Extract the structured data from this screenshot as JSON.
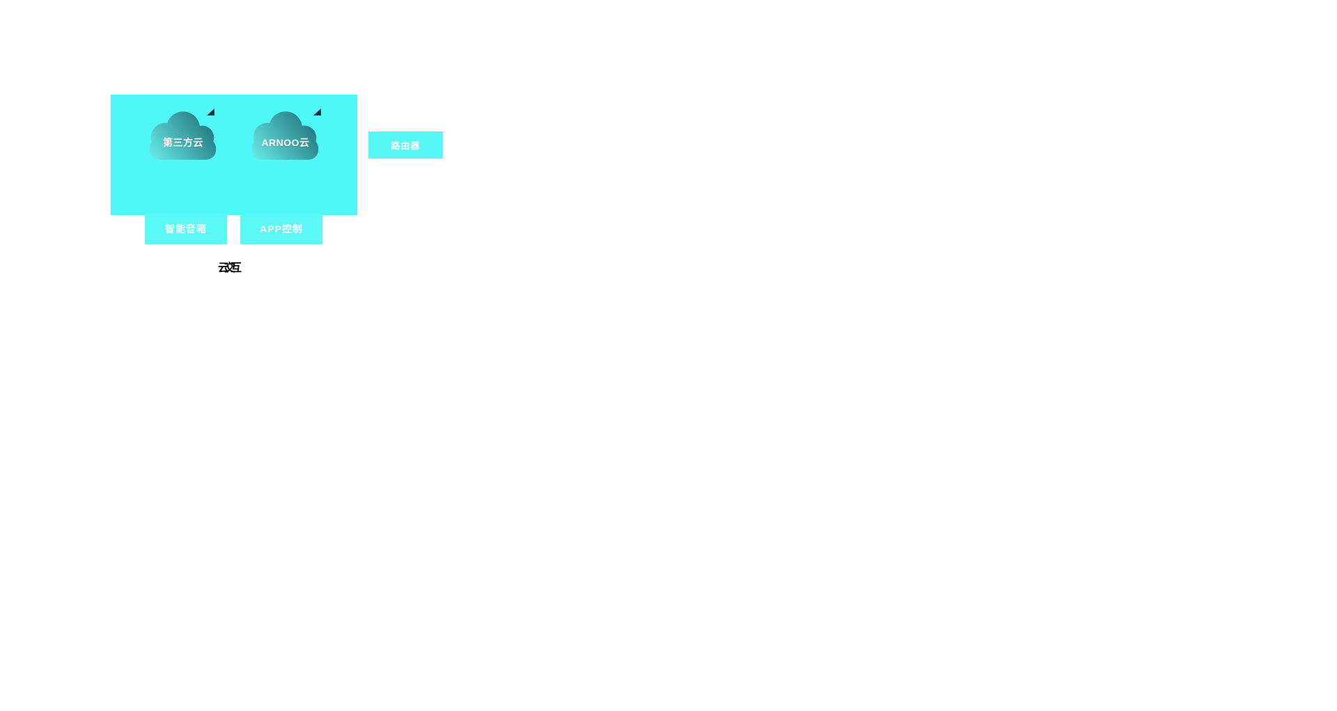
{
  "colors": {
    "panel": "#4ff7f7",
    "button": "#55f7f7",
    "button_small": "#5bf8f8",
    "cloud_dark": "#145f68",
    "cloud_light": "#6ff2ef",
    "arrow": "#16343c",
    "cloud_label_text": "#ffffff",
    "overlap_text": "#000000"
  },
  "clouds": [
    {
      "label": "第三方云"
    },
    {
      "label": "ARNOO云"
    }
  ],
  "buttons": {
    "router": {
      "label": "路由器"
    },
    "speaker": {
      "label": "智能音箱"
    },
    "app": {
      "label": "APP控制"
    }
  },
  "annotations": {
    "overlap_label": "云交互"
  }
}
